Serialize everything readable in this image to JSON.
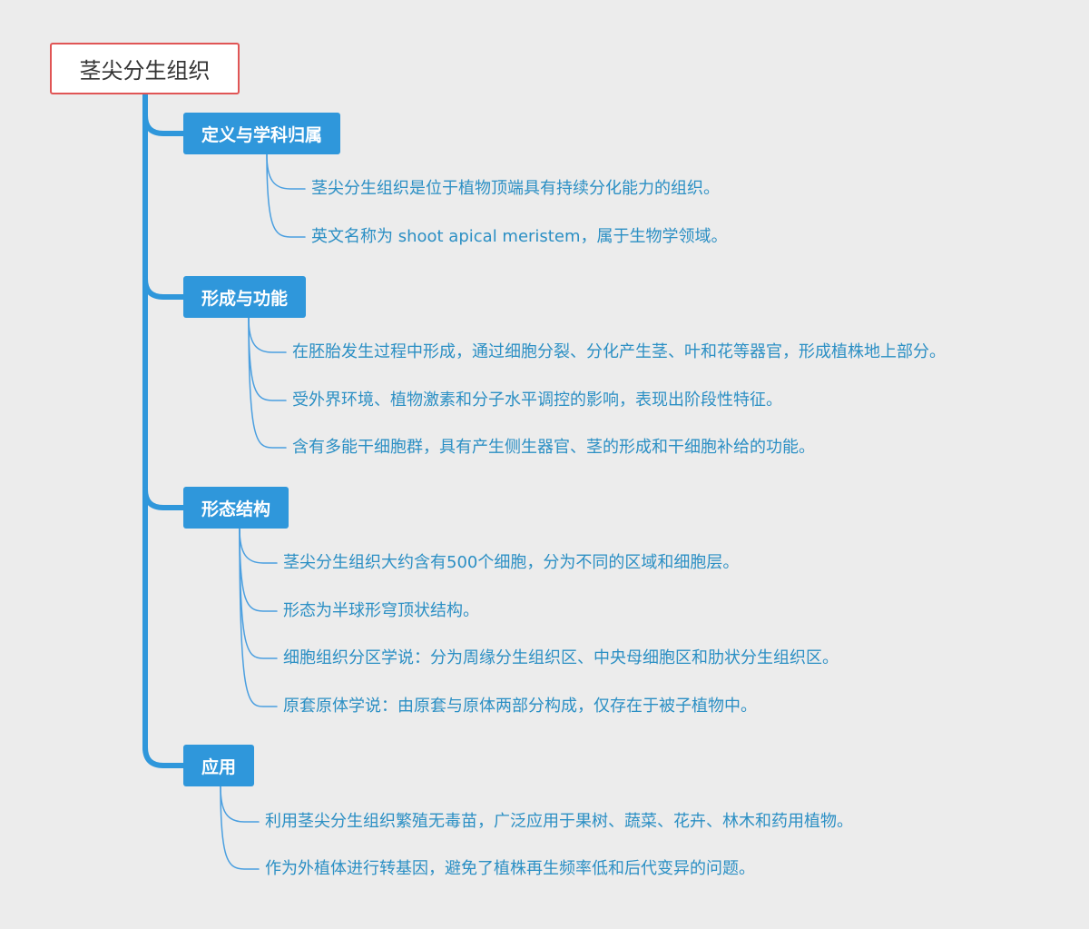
{
  "colors": {
    "background": "#ececec",
    "root_border": "#e05555",
    "branch_fill": "#2f97db",
    "trunk_line": "#2f97db",
    "leaf_line": "#4a9fe0",
    "leaf_text": "#2b8fc4"
  },
  "root": {
    "label": "茎尖分生组织"
  },
  "branches": [
    {
      "label": "定义与学科归属",
      "leaves": [
        "茎尖分生组织是位于植物顶端具有持续分化能力的组织。",
        "英文名称为 shoot apical meristem，属于生物学领域。"
      ]
    },
    {
      "label": "形成与功能",
      "leaves": [
        "在胚胎发生过程中形成，通过细胞分裂、分化产生茎、叶和花等器官，形成植株地上部分。",
        "受外界环境、植物激素和分子水平调控的影响，表现出阶段性特征。",
        "含有多能干细胞群，具有产生侧生器官、茎的形成和干细胞补给的功能。"
      ]
    },
    {
      "label": "形态结构",
      "leaves": [
        "茎尖分生组织大约含有500个细胞，分为不同的区域和细胞层。",
        "形态为半球形穹顶状结构。",
        "细胞组织分区学说：分为周缘分生组织区、中央母细胞区和肋状分生组织区。",
        "原套原体学说：由原套与原体两部分构成，仅存在于被子植物中。"
      ]
    },
    {
      "label": "应用",
      "leaves": [
        "利用茎尖分生组织繁殖无毒苗，广泛应用于果树、蔬菜、花卉、林木和药用植物。",
        "作为外植体进行转基因，避免了植株再生频率低和后代变异的问题。"
      ]
    }
  ]
}
